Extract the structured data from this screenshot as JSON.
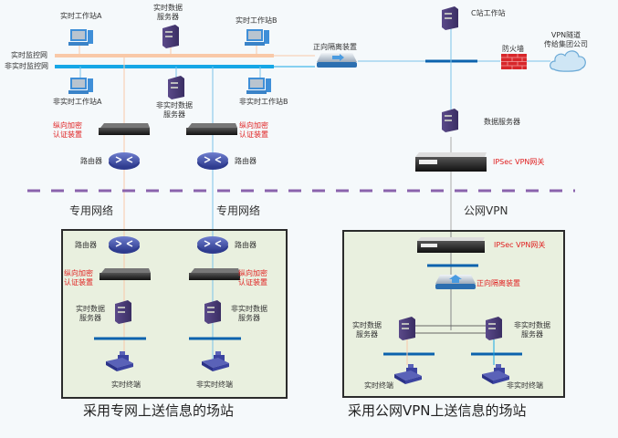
{
  "networks": {
    "realtime_net": "实时监控网",
    "nonrealtime_net": "非实时监控网"
  },
  "top": {
    "ws_a": "实时工作站A",
    "rt_server": [
      "实时数据",
      "服务器"
    ],
    "ws_b": "实时工作站B",
    "nrt_ws_a": "非实时工作站A",
    "nrt_server": [
      "非实时数据",
      "服务器"
    ],
    "nrt_ws_b": "非实时工作站B",
    "forward_isolation": "正向隔离装置",
    "c_station_ws": "C站工作站",
    "firewall": "防火墙",
    "vpn_tunnel": [
      "VPN隧道",
      "传给集团公司"
    ],
    "data_server": "数据服务器",
    "ipsec_gateway": "IPSec VPN网关",
    "encrypt_left": [
      "纵向加密",
      "认证装置"
    ],
    "encrypt_right": [
      "纵向加密",
      "认证装置"
    ],
    "router_left": "路由器",
    "router_right": "路由器"
  },
  "middle": {
    "private_net_left": "专用网络",
    "private_net_right": "专用网络",
    "public_vpn": "公网VPN"
  },
  "site_private": {
    "router_left": "路由器",
    "router_right": "路由器",
    "encrypt_left": [
      "纵向加密",
      "认证装置"
    ],
    "encrypt_right": [
      "纵向加密",
      "认证装置"
    ],
    "rt_server": [
      "实时数据",
      "服务器"
    ],
    "nrt_server": [
      "非实时数据",
      "服务器"
    ],
    "rt_terminal": "实时终端",
    "nrt_terminal": "非实时终端",
    "caption": "采用专网上送信息的场站"
  },
  "site_vpn": {
    "ipsec_gateway": "IPSec VPN网关",
    "forward_isolation": "正向隔离装置",
    "rt_server": [
      "实时数据",
      "服务器"
    ],
    "nrt_server": [
      "非实时数据",
      "服务器"
    ],
    "rt_terminal": "实时终端",
    "nrt_terminal": "非实时终端",
    "caption": "采用公网VPN上送信息的场站"
  },
  "colors": {
    "realtime_line": "#f9c9a8",
    "nonrealtime_line": "#17a7e6",
    "thin_blue": "#7cc4ea",
    "bus_blue": "#0b62ad",
    "divider": "#8a63ad",
    "label_red": "#e02020",
    "box_bg": "#e9f0df"
  }
}
